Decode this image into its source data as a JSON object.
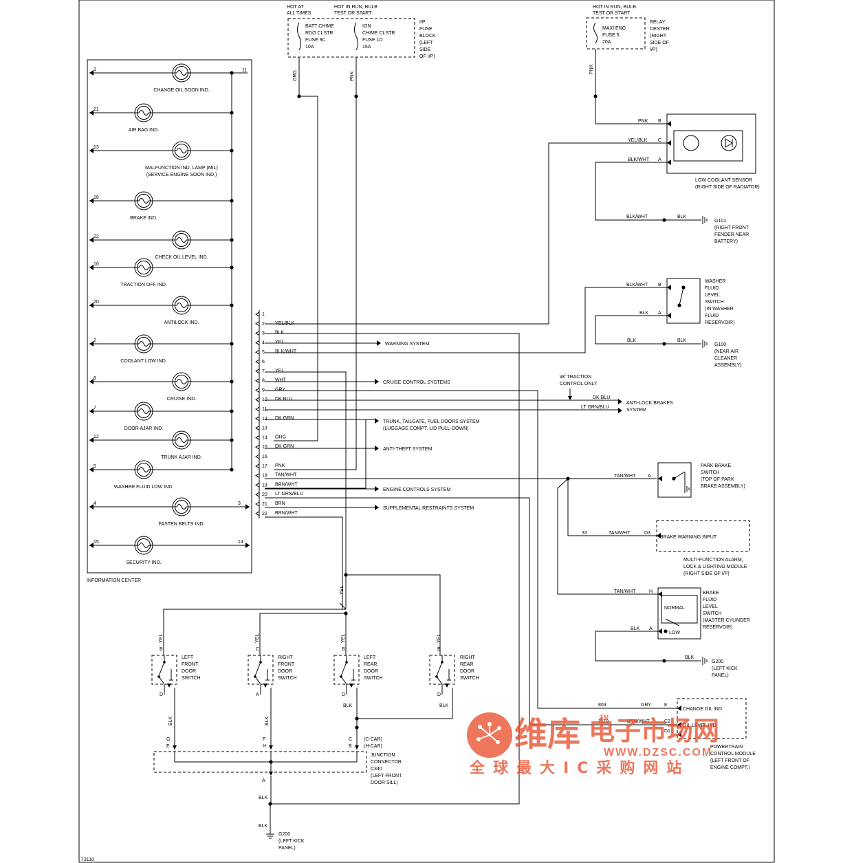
{
  "fuse_block": {
    "hot_at_all_times": [
      "HOT AT",
      "ALL TIMES"
    ],
    "hot_in_run": [
      "HOT IN RUN, BULB",
      "TEST OR START"
    ],
    "fuse_9c": [
      "BATT CHIME",
      "RDO CLSTR",
      "FUSE 9C",
      "10A"
    ],
    "fuse_1d": [
      "IGN",
      "CHIME CLSTR",
      "FUSE 1D",
      "15A"
    ],
    "block_label": [
      "I/P",
      "FUSE",
      "BLOCK",
      "(LEFT",
      "SIDE",
      "OF I/P)"
    ],
    "wire_org": "ORG",
    "wire_pnk": "PNK"
  },
  "relay_center": {
    "hot_in_run": [
      "HOT IN RUN, BULB",
      "TEST OR START"
    ],
    "fuse_5": [
      "MAXI ENG",
      "FUSE 5",
      "20A"
    ],
    "label": [
      "RELAY",
      "CENTER",
      "(RIGHT",
      "SIDE OF",
      "I/P)"
    ],
    "wire_pnk": "PNK"
  },
  "information_center": {
    "label": "INFORMATION CENTER",
    "indicators": [
      {
        "pin": "3",
        "label": [
          "CHANGE OIL SOON IND."
        ]
      },
      {
        "pin": "21",
        "label": [
          "AIR BAG IND."
        ]
      },
      {
        "pin": "13",
        "label": [
          "MALFUNCTION IND. LAMP (MIL)",
          "(SERVICE ENGINE SOON IND.)"
        ]
      },
      {
        "pin": "18",
        "label": [
          "BRAKE IND."
        ]
      },
      {
        "pin": "22",
        "label": [
          "CHECK OIL LEVEL IND."
        ]
      },
      {
        "pin": "10",
        "label": [
          "TRACTION OFF IND."
        ]
      },
      {
        "pin": "20",
        "label": [
          "ANTILOCK IND."
        ]
      },
      {
        "pin": "2",
        "label": [
          "COOLANT LOW IND."
        ]
      },
      {
        "pin": "8",
        "label": [
          "CRUISE IND."
        ]
      },
      {
        "pin": "7",
        "label": [
          "DOOR AJAR IND."
        ]
      },
      {
        "pin": "12",
        "label": [
          "TRUNK AJAR IND."
        ]
      },
      {
        "pin": "5",
        "label": [
          "WASHER FLUID LOW IND."
        ]
      },
      {
        "pin": "4",
        "label": [
          "FASTEN BELTS IND."
        ],
        "right_pin": "3"
      },
      {
        "pin": "15",
        "label": [
          "SECURITY IND."
        ],
        "right_pin": "14"
      }
    ],
    "bus_pin": "11"
  },
  "connector_pins": [
    {
      "pin": "1",
      "wire": ""
    },
    {
      "pin": "2",
      "wire": "YEL/BLK"
    },
    {
      "pin": "3",
      "wire": "BLK"
    },
    {
      "pin": "4",
      "wire": "YEL"
    },
    {
      "pin": "5",
      "wire": "BLK/WHT"
    },
    {
      "pin": "6",
      "wire": ""
    },
    {
      "pin": "7",
      "wire": "YEL"
    },
    {
      "pin": "8",
      "wire": "WHT"
    },
    {
      "pin": "9",
      "wire": "GRY"
    },
    {
      "pin": "10",
      "wire": "DK BLU"
    },
    {
      "pin": "11",
      "wire": ""
    },
    {
      "pin": "12",
      "wire": "DK GRN"
    },
    {
      "pin": "13",
      "wire": ""
    },
    {
      "pin": "14",
      "wire": "ORG"
    },
    {
      "pin": "15",
      "wire": "DK GRN"
    },
    {
      "pin": "16",
      "wire": ""
    },
    {
      "pin": "17",
      "wire": "PNK"
    },
    {
      "pin": "18",
      "wire": "TAN/WHT"
    },
    {
      "pin": "19",
      "wire": "BRN/WHT"
    },
    {
      "pin": "20",
      "wire": "LT GRN/BLU"
    },
    {
      "pin": "21",
      "wire": "BRN"
    },
    {
      "pin": "22",
      "wire": "BRN/WHT"
    }
  ],
  "systems": {
    "warning": "WARNING SYSTEM",
    "cruise": "CRUISE CONTROL SYSTEMS",
    "trunk": [
      "TRUNK, TAILGATE, FUEL DOORS SYSTEM",
      "(LUGGAGE COMPT. LID PULL-DOWN)"
    ],
    "antitheft": "ANTI-THEFT SYSTEM",
    "engine": "ENGINE CONTROLS SYSTEM",
    "restraints": "SUPPLEMENTAL RESTRAINTS SYSTEM",
    "antilock": [
      "ANTI-LOCK BRAKES",
      "SYSTEM"
    ],
    "traction_note": [
      "W/ TRACTION",
      "CONTROL ONLY"
    ],
    "dk_blu": "DK BLU",
    "lt_grn_blu": "LT GRN/BLU"
  },
  "coolant_sensor": {
    "label": [
      "LOW COOLANT SENSOR",
      "(RIGHT SIDE OF RADIATOR)"
    ],
    "pins": [
      "B",
      "C",
      "A"
    ],
    "wires": [
      "PNK",
      "YEL/BLK",
      "BLK/WHT"
    ]
  },
  "g101": {
    "wire1": "BLK/WHT",
    "wire2": "BLK",
    "label": [
      "G101",
      "(RIGHT FRONT",
      "FENDER NEAR",
      "BATTERY)"
    ]
  },
  "washer_switch": {
    "label": [
      "WASHER",
      "FLUID",
      "LEVEL",
      "SWITCH",
      "(IN WASHER",
      "FLUID",
      "RESERVOIR)"
    ],
    "pins": [
      "B",
      "A"
    ],
    "wires": [
      "BLK/WHT",
      "BLK"
    ]
  },
  "g100": {
    "wire1": "BLK",
    "wire2": "BLK",
    "label": [
      "G100",
      "(NEAR AIR",
      "CLEANER",
      "ASSEMBLY)"
    ]
  },
  "park_brake": {
    "label": [
      "PARK BRAKE",
      "SWITCH",
      "(TOP OF PARK",
      "BRAKE ASSEMBLY)"
    ],
    "pin": "A",
    "wire": "TAN/WHT"
  },
  "brake_warning": {
    "pin_num": "33",
    "wire": "TAN/WHT",
    "pin": "D3",
    "input_label": "BRAKE WARNING INPUT",
    "module_label": [
      "MULTI-FUNCTION ALARM,",
      "LOCK & LIGHTING MODULE",
      "(RIGHT SIDE OF I/P)"
    ]
  },
  "brake_fluid": {
    "label": [
      "BRAKE",
      "FLUID",
      "LEVEL",
      "SWITCH",
      "(MASTER CYLINDER",
      "RESERVOIR)"
    ],
    "normal": "NORMAL",
    "low": "LOW",
    "pins": [
      "H",
      "A"
    ],
    "wires": [
      "TAN/WHT",
      "BLK"
    ]
  },
  "g200_right": {
    "wire": "BLK",
    "label": [
      "G200",
      "(LEFT KICK",
      "PANEL)"
    ]
  },
  "pcm": {
    "rows": [
      {
        "num": "803",
        "wire": "GRY",
        "pin": "8",
        "label": "CHANGE OIL IND"
      },
      {
        "num": "1179",
        "wire": "BRN/WHT",
        "pin": "C2",
        "label": "OIL LEVEL IND"
      },
      {
        "num": "",
        "wire": "",
        "pin": "D1",
        "label": ""
      }
    ],
    "module_label": [
      "POWERTRAIN",
      "CONTROL MODULE",
      "(LEFT FRONT OF",
      "ENGINE COMPT.)"
    ]
  },
  "door_switches": [
    {
      "pin_top": "B",
      "wire_top": "YEL",
      "pin_bottom": "D",
      "label": [
        "LEFT",
        "FRONT",
        "DOOR",
        "SWITCH"
      ]
    },
    {
      "pin_top": "C",
      "wire_top": "YEL",
      "pin_bottom": "A",
      "label": [
        "RIGHT",
        "FRONT",
        "DOOR",
        "SWITCH"
      ]
    },
    {
      "pin_top": "B",
      "wire_top": "YEL",
      "pin_bottom": "D",
      "label": [
        "LEFT",
        "REAR",
        "DOOR",
        "SWITCH"
      ]
    },
    {
      "pin_top": "B",
      "wire_top": "YEL",
      "pin_bottom": "D",
      "label": [
        "RIGHT",
        "REAR",
        "DOOR",
        "SWITCH"
      ]
    }
  ],
  "door_yel": "YEL",
  "door_blk": "BLK",
  "junction": {
    "pins_top": [
      "G",
      "F",
      "C"
    ],
    "pins_bottom": [
      "E",
      "H",
      "B"
    ],
    "car_c": "(C-CAR)",
    "car_h": "(H-CAR)",
    "label": [
      "JUNCTION",
      "CONNECTOR",
      "C340",
      "(LEFT FRONT",
      "DOOR SILL)"
    ],
    "pin_a": "A",
    "wire_blk1": "BLK",
    "wire_blk2": "BLK"
  },
  "g200_bottom": {
    "label": [
      "G200",
      "(LEFT KICK",
      "PANEL)"
    ]
  },
  "figure_id": "73110",
  "watermark": {
    "cn_main": "维库",
    "cn_sub": "电子市场网",
    "tm": "TM",
    "url": "WWW.DZSC.COM",
    "slogan": "全球最大IC采购网站"
  },
  "colors": {
    "line": "#000000",
    "watermark": "#e8502e"
  }
}
